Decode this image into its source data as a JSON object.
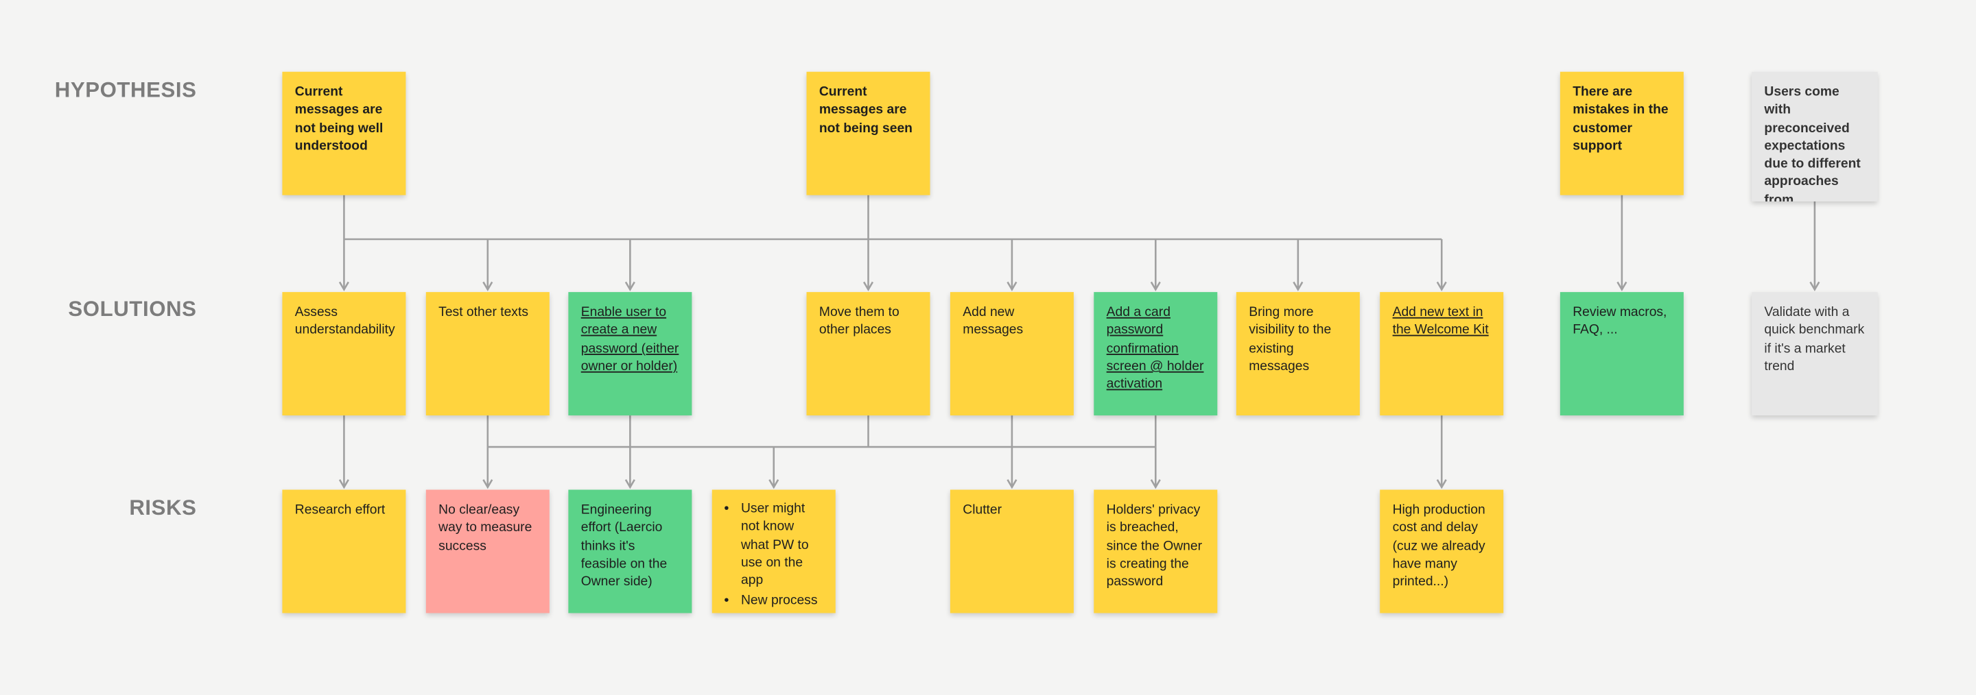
{
  "rows": [
    {
      "id": "hypothesis",
      "label": "HYPOTHESIS"
    },
    {
      "id": "solutions",
      "label": "SOLUTIONS"
    },
    {
      "id": "risks",
      "label": "RISKS"
    }
  ],
  "colors": {
    "sticky_yellow": "#FFD43E",
    "sticky_green": "#5BD389",
    "sticky_red": "#FFA39D",
    "sticky_gray": "#E7E7E7",
    "connector": "#A0A0A0",
    "row_label": "#7C7C7C",
    "canvas_background": "#F4F4F3"
  },
  "notes": {
    "hypothesis": [
      {
        "id": "current-messages-not-understood",
        "text": "Current messages are not being well understood",
        "color": "yellow"
      },
      {
        "id": "current-messages-not-seen",
        "text": "Current messages are not being seen",
        "color": "yellow"
      },
      {
        "id": "mistakes-customer-support",
        "text": "There are mistakes in the customer support",
        "color": "yellow"
      },
      {
        "id": "preconceived-expectations",
        "text": "Users come with preconceived expectations due to different approaches from competitors",
        "color": "gray"
      }
    ],
    "solutions": [
      {
        "id": "assess-understandability",
        "text": "Assess understandability",
        "color": "yellow"
      },
      {
        "id": "test-other-texts",
        "text": "Test other texts",
        "color": "yellow"
      },
      {
        "id": "enable-user-create-password",
        "text": "Enable user to create a new password (either owner or holder)",
        "color": "green",
        "underlined": true
      },
      {
        "id": "move-to-other-places",
        "text": "Move them to other places",
        "color": "yellow"
      },
      {
        "id": "add-new-messages",
        "text": "Add new messages",
        "color": "yellow"
      },
      {
        "id": "add-card-password-confirmation",
        "text": "Add a card password confirmation screen @ holder activation",
        "color": "green",
        "underlined": true
      },
      {
        "id": "bring-more-visibility",
        "text": "Bring more visibility to the existing messages",
        "color": "yellow"
      },
      {
        "id": "add-text-welcome-kit",
        "text": "Add new text in the Welcome Kit",
        "color": "yellow",
        "underlined": true
      },
      {
        "id": "review-macros-faq",
        "text": "Review macros, FAQ, ...",
        "color": "green"
      },
      {
        "id": "validate-benchmark",
        "text": "Validate with a quick benchmark if it's a market trend",
        "color": "gray"
      }
    ],
    "risks": [
      {
        "id": "research-effort",
        "text": "Research effort",
        "color": "yellow"
      },
      {
        "id": "no-clear-way-measure",
        "text": "No clear/easy way to measure success",
        "color": "red"
      },
      {
        "id": "engineering-effort",
        "text": "Engineering effort (Laercio thinks it's feasible on the Owner side)",
        "color": "green"
      },
      {
        "id": "pw-confusion-and-ops",
        "items": [
          "User might not know what PW to use on the app",
          "New process for ops"
        ],
        "color": "yellow"
      },
      {
        "id": "clutter",
        "text": "Clutter",
        "color": "yellow"
      },
      {
        "id": "holders-privacy",
        "text": "Holders' privacy is breached, since the Owner is creating the password",
        "color": "yellow"
      },
      {
        "id": "high-production-cost",
        "text": "High production cost and delay (cuz we already have many printed...)",
        "color": "yellow"
      }
    ]
  },
  "connections": [
    {
      "from": "current-messages-not-understood",
      "to": "assess-understandability"
    },
    {
      "from": "current-messages-not-understood",
      "to": "test-other-texts"
    },
    {
      "from": "current-messages-not-understood",
      "to": "enable-user-create-password"
    },
    {
      "from": "current-messages-not-seen",
      "to": "move-to-other-places"
    },
    {
      "from": "current-messages-not-seen",
      "to": "add-new-messages"
    },
    {
      "from": "current-messages-not-seen",
      "to": "add-card-password-confirmation"
    },
    {
      "from": "current-messages-not-seen",
      "to": "bring-more-visibility"
    },
    {
      "from": "current-messages-not-seen",
      "to": "add-text-welcome-kit"
    },
    {
      "from": "mistakes-customer-support",
      "to": "review-macros-faq"
    },
    {
      "from": "preconceived-expectations",
      "to": "validate-benchmark"
    },
    {
      "from": "assess-understandability",
      "to": "research-effort"
    },
    {
      "from": "test-other-texts",
      "to": "no-clear-way-measure"
    },
    {
      "from": "enable-user-create-password",
      "to": "engineering-effort"
    },
    {
      "from": "enable-user-create-password",
      "to": "pw-confusion-and-ops"
    },
    {
      "from": "move-to-other-places",
      "to": "clutter"
    },
    {
      "from": "add-new-messages",
      "to": "clutter"
    },
    {
      "from": "add-card-password-confirmation",
      "to": "holders-privacy"
    },
    {
      "from": "add-text-welcome-kit",
      "to": "high-production-cost"
    }
  ]
}
